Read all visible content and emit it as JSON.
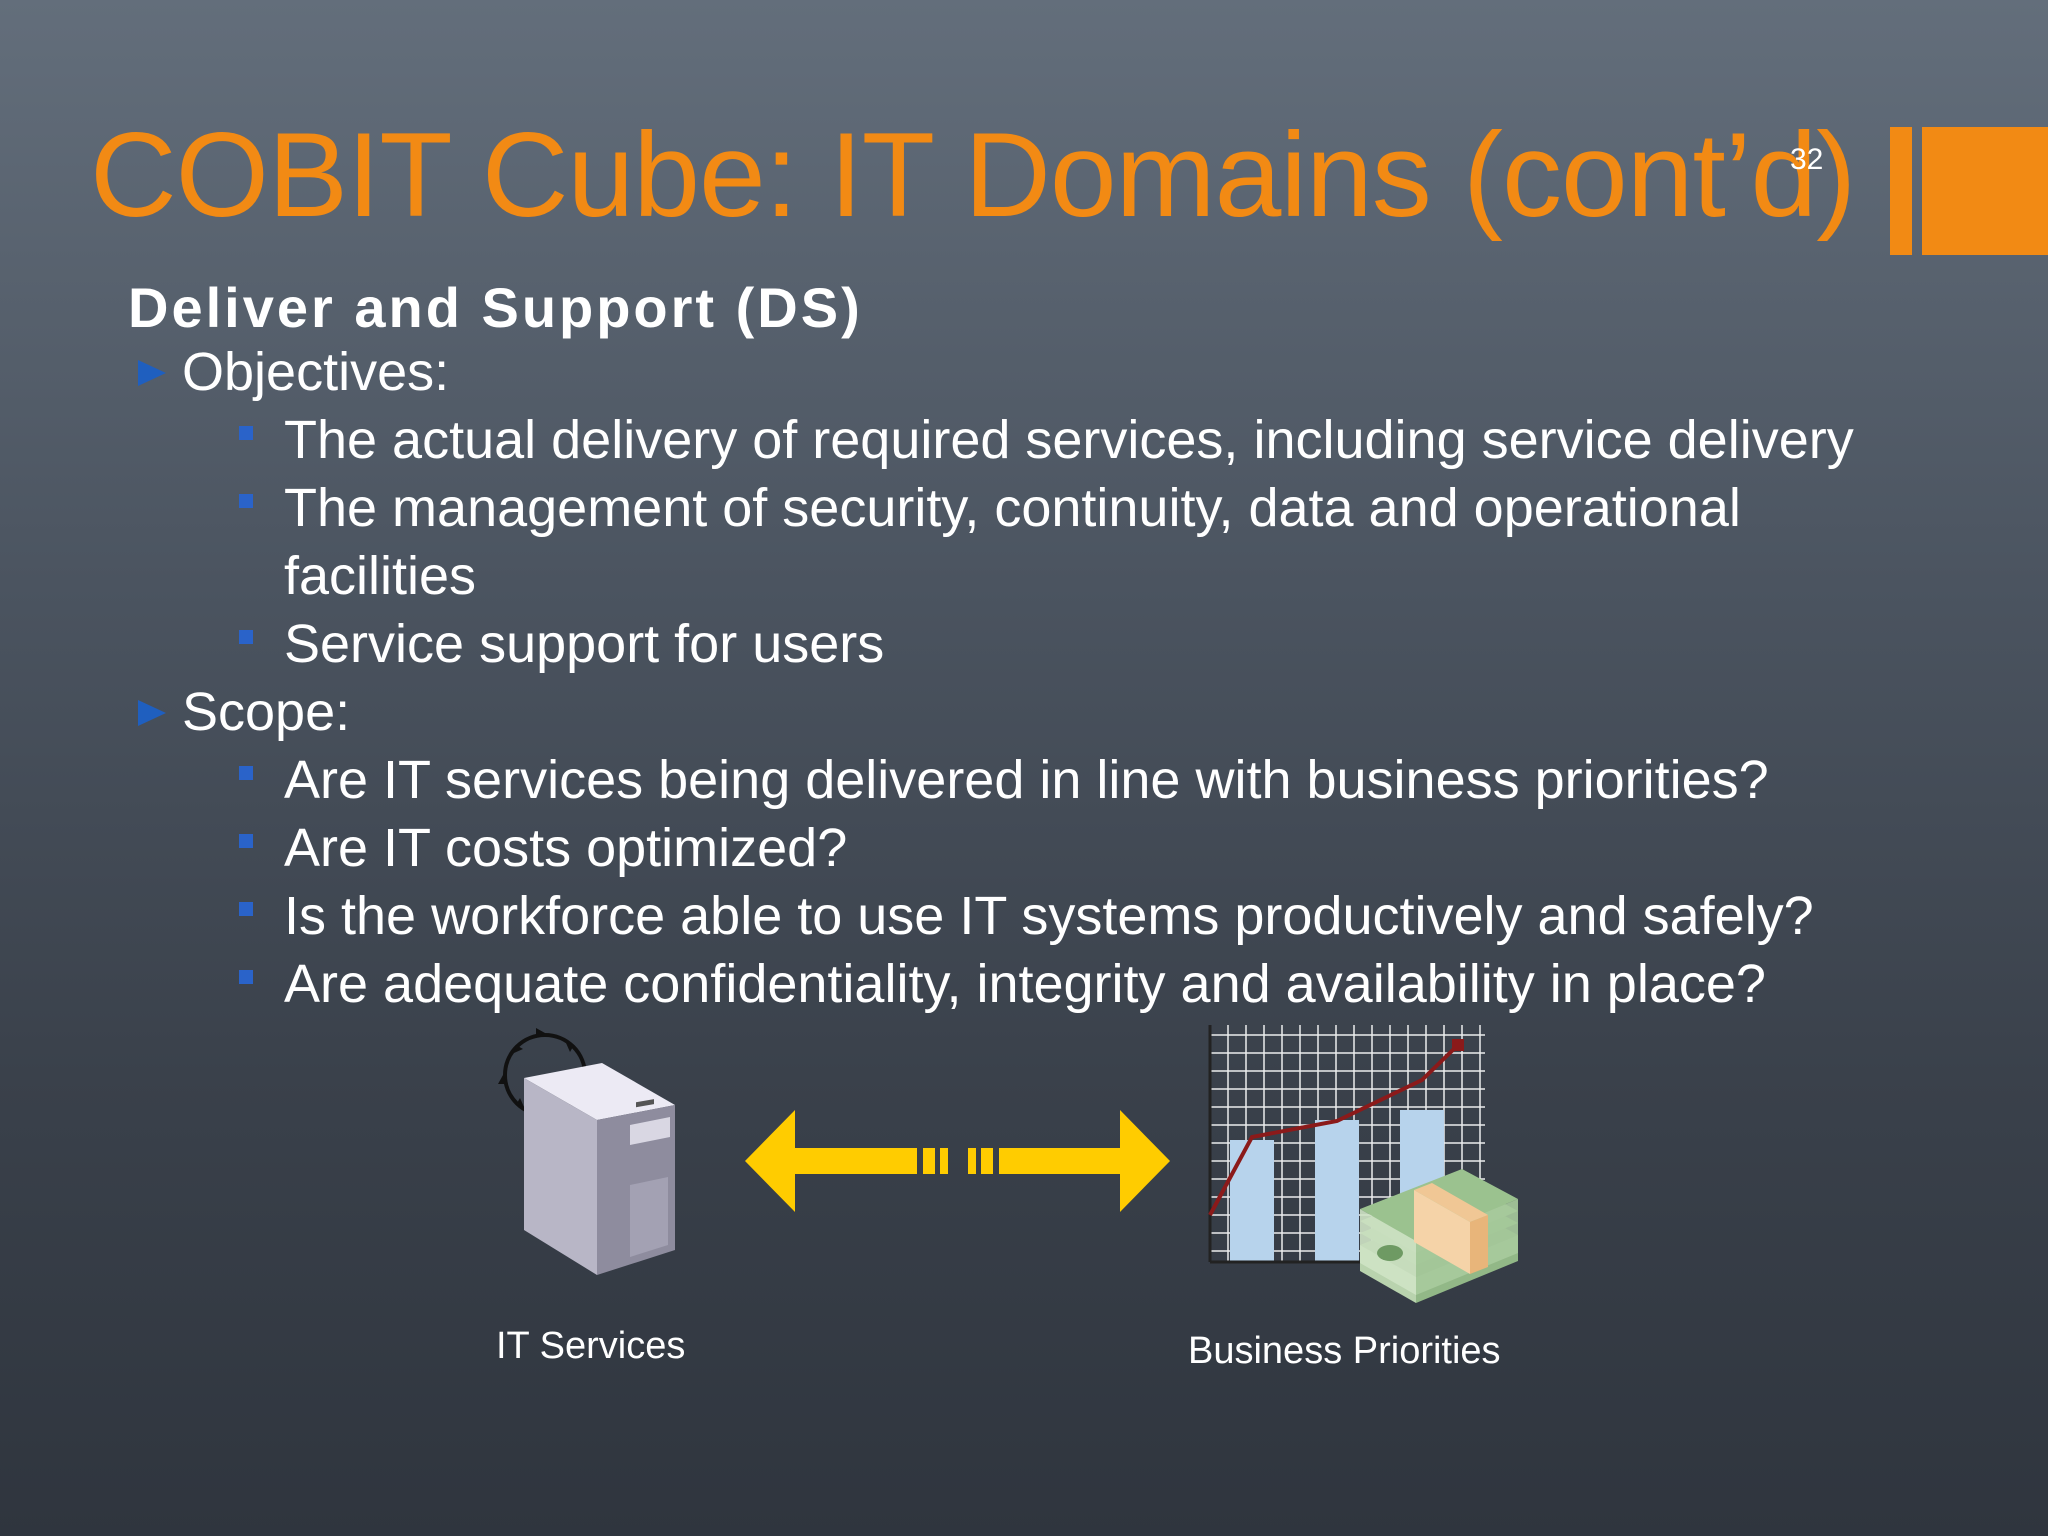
{
  "slide": {
    "title": "COBIT Cube: IT Domains (cont’d)",
    "number": "32",
    "accent_color": "#f28a14"
  },
  "content": {
    "heading": "Deliver and Support (DS)",
    "sections": [
      {
        "label": "Objectives:",
        "items": [
          "The actual delivery of required services, including service delivery",
          "The management of security, continuity, data and operational",
          "facilities",
          "Service support for users"
        ]
      },
      {
        "label": "Scope:",
        "items": [
          "Are IT services being delivered in line with business priorities?",
          "Are IT costs optimized?",
          "Is the workforce able to use IT systems productively and safely?",
          "Are adequate confidentiality, integrity and availability in place?"
        ]
      }
    ]
  },
  "illustration": {
    "left_caption": "IT Services",
    "right_caption": "Business Priorities",
    "left_icon": "server-icon",
    "center_icon": "double-arrow-icon",
    "right_icon": "chart-with-money-icon",
    "arrow_color": "#ffcc00"
  }
}
